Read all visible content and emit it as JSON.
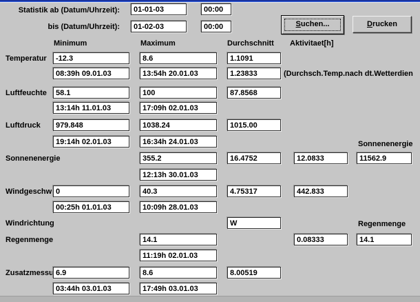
{
  "header": {
    "from_label": "Statistik ab (Datum/Uhrzeit):",
    "from_date": "01-01-03",
    "from_time": "00:00",
    "to_label": "bis (Datum/Uhrzeit):",
    "to_date": "01-02-03",
    "to_time": "00:00",
    "search_button": {
      "key": "S",
      "rest": "uchen..."
    },
    "print_button": {
      "key": "D",
      "rest": "rucken"
    }
  },
  "columns": {
    "minimum": "Minimum",
    "maximum": "Maximum",
    "average": "Durchschnitt",
    "activity": "Aktivitaet[h]"
  },
  "side_headers": {
    "solar": "Sonnenenergie",
    "rain": "Regenmenge"
  },
  "rows": {
    "temperature": {
      "label": "Temperatur",
      "min": "-12.3",
      "min_time": "08:39h 09.01.03",
      "max": "8.6",
      "max_time": "13:54h 20.01.03",
      "avg": "1.1091",
      "avg2": "1.23833",
      "note": "(Durchsch.Temp.nach dt.Wetterdien"
    },
    "humidity": {
      "label": "Luftfeuchte",
      "min": "58.1",
      "min_time": "13:14h 11.01.03",
      "max": "100",
      "max_time": "17:09h 02.01.03",
      "avg": "87.8568"
    },
    "pressure": {
      "label": "Luftdruck",
      "min": "979.848",
      "min_time": "19:14h 02.01.03",
      "max": "1038.24",
      "max_time": "16:34h 24.01.03",
      "avg": "1015.00"
    },
    "solar": {
      "label": "Sonnenenergie",
      "max": "355.2",
      "max_time": "12:13h 30.01.03",
      "avg": "16.4752",
      "activity": "12.0833",
      "total": "11562.9"
    },
    "wind_speed": {
      "label": "Windgeschw",
      "min": "0",
      "min_time": "00:25h 01.01.03",
      "max": "40.3",
      "max_time": "10:09h 28.01.03",
      "avg": "4.75317",
      "activity": "442.833"
    },
    "wind_direction": {
      "label": "Windrichtung",
      "avg": "W"
    },
    "rain": {
      "label": "Regenmenge",
      "max": "14.1",
      "max_time": "11:19h 02.01.03",
      "activity": "0.08333",
      "total": "14.1"
    },
    "extra": {
      "label": "Zusatzmessu",
      "min": "6.9",
      "min_time": "03:44h 03.01.03",
      "max": "8.6",
      "max_time": "17:49h 03.01.03",
      "avg": "8.00519"
    }
  }
}
